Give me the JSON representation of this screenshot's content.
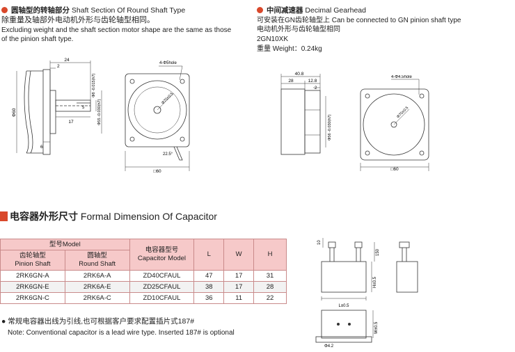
{
  "round_shaft": {
    "title_cn": "圆轴型的转轴部分",
    "title_en": "Shaft Section Of Round Shaft Type",
    "desc_cn": "除重量及轴部外电动机外形与齿轮轴型相同。",
    "desc_en_1": "Excluding weight and the shaft section motor shape are the same as those",
    "desc_en_2": "of the pinion shaft type.",
    "dims": {
      "d24": "24",
      "d2": "2",
      "d17": "17",
      "d6": "6",
      "d5": "5",
      "phi60": "Φ60",
      "phi8": "Φ8 -0.015(h7)",
      "phi55": "Φ55 -0.030(h7)",
      "hole": "4-Φ5hole",
      "phi70": "Φ70±0.5",
      "angle": "22.5°",
      "sq60": "□60"
    }
  },
  "gearhead": {
    "title_cn": "中间减速器",
    "title_en": "Decimal Gearhead",
    "line1": "可安装在GN齿轮轴型上 Can be connected to GN pinion shaft type",
    "line2": "电动机外形与齿轮轴型相同",
    "model": "2GN10XK",
    "weight": "重量 Weight：0.24kg",
    "dims": {
      "d408": "40.8",
      "d28": "28",
      "d128": "12.8",
      "d2": "2",
      "phi56": "Φ56 -0.030(h7)",
      "hole": "4-Φ4.5hole",
      "phi70": "Φ70±0.5",
      "sq60": "□60"
    }
  },
  "capacitor": {
    "title_cn": "电容器外形尺寸",
    "title_en": "Formal Dimension Of Capacitor",
    "header": {
      "model_group": "型号Model",
      "pinion_cn": "齿轮轴型",
      "pinion_en": "Pinion Shaft",
      "round_cn": "圆轴型",
      "round_en": "Round Shaft",
      "cap_cn": "电容器型号",
      "cap_en": "Capacitor Model",
      "L": "L",
      "W": "W",
      "H": "H"
    },
    "rows": [
      {
        "pinion": "2RK6GN-A",
        "round": "2RK6A-A",
        "cap": "ZD40CFAUL",
        "L": "47",
        "W": "17",
        "H": "31"
      },
      {
        "pinion": "2RK6GN-E",
        "round": "2RK6A-E",
        "cap": "ZD25CFAUL",
        "L": "38",
        "W": "17",
        "H": "28"
      },
      {
        "pinion": "2RK6GN-C",
        "round": "2RK6A-C",
        "cap": "ZD10CFAUL",
        "L": "36",
        "W": "11",
        "H": "22"
      }
    ],
    "note_cn": "常规电容器出线为引线,也可根据客户要求配置插片式187#",
    "note_en": "Note: Conventional capacitor is a lead wire type. Inserted 187# is optional",
    "dims": {
      "d10": "10",
      "d150": "150",
      "h": "H±0.5",
      "l": "L±0.5",
      "w": "W±0.5",
      "phi42": "Φ4.2"
    }
  },
  "colors": {
    "accent": "#d9482b",
    "table_header": "#f6c9c9",
    "table_border": "#c98a8a"
  }
}
